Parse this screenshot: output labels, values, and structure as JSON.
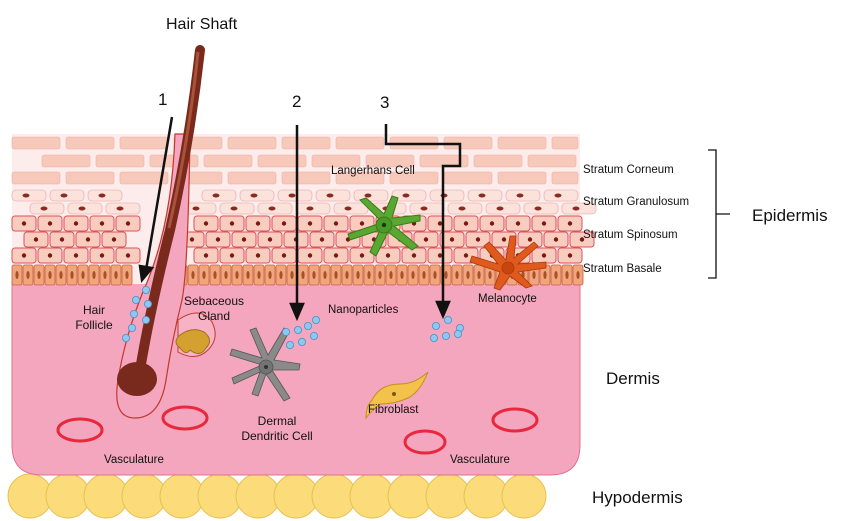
{
  "labels": {
    "hair_shaft": "Hair Shaft",
    "route_1": "1",
    "route_2": "2",
    "route_3": "3",
    "langerhans": "Langerhans Cell",
    "hair_follicle_line1": "Hair",
    "hair_follicle_line2": "Follicle",
    "sebaceous_line1": "Sebaceous",
    "sebaceous_line2": "Gland",
    "nanoparticles": "Nanoparticles",
    "melanocyte": "Melanocyte",
    "dermal_dc_line1": "Dermal",
    "dermal_dc_line2": "Dendritic Cell",
    "fibroblast": "Fibroblast",
    "vasculature_left": "Vasculature",
    "vasculature_right": "Vasculature"
  },
  "layers": {
    "stratum_corneum": "Stratum Corneum",
    "stratum_granulosum": "Stratum Granulosum",
    "stratum_spinosum": "Stratum Spinosum",
    "stratum_basale": "Stratum Basale",
    "epidermis": "Epidermis",
    "dermis": "Dermis",
    "hypodermis": "Hypodermis"
  },
  "colors": {
    "dermis": "#f4a6bf",
    "corneum": "#f6c9ba",
    "cell_fill": "#f8cdbf",
    "cell_border": "#e0505a",
    "basale_fill": "#f1a57c",
    "hypodermis": "#fcdc7a",
    "hair": "#7a2a1c",
    "nanoparticle": "#8ec8ee",
    "langerhans": "#5aa832",
    "melanocyte": "#e05a1e",
    "dermal_dendritic": "#808080",
    "fibroblast": "#f2c24a",
    "vessel": "#e8283c"
  }
}
